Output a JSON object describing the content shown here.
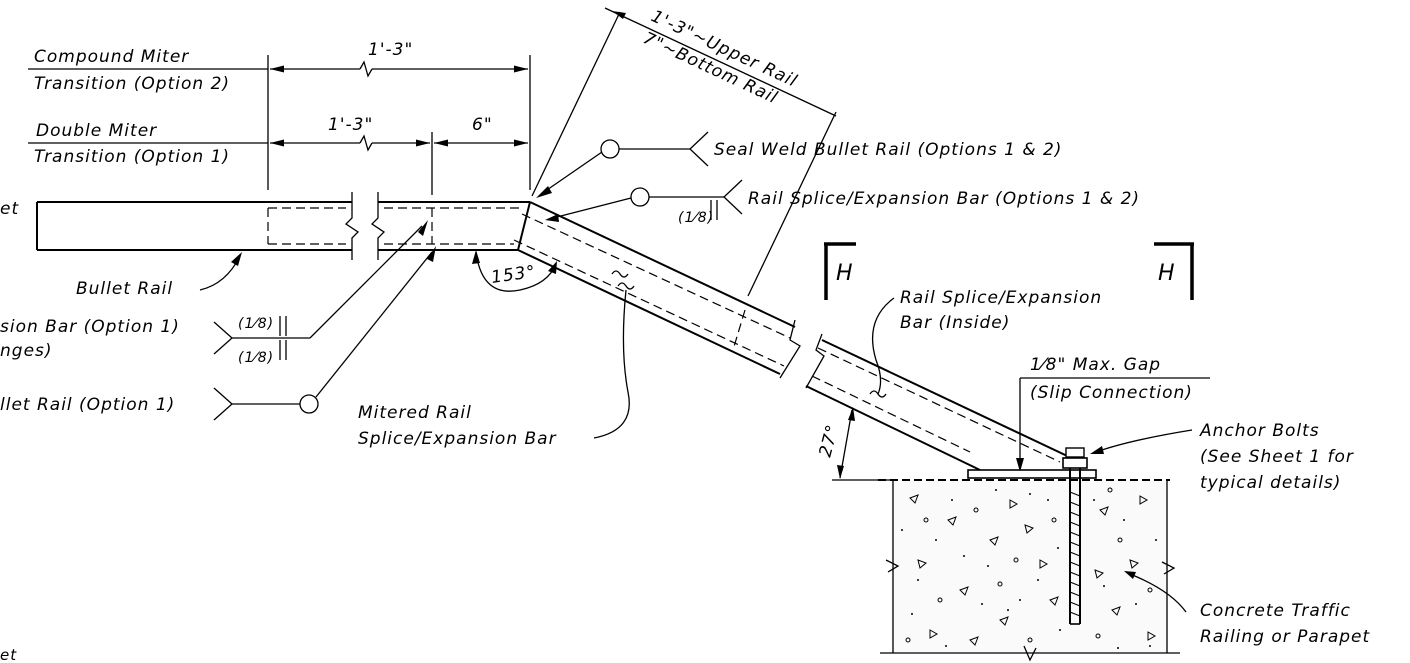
{
  "labels": {
    "compound_miter_1": "Compound Miter",
    "compound_miter_2": "Transition (Option 2)",
    "double_miter_1": "Double Miter",
    "double_miter_2": "Transition (Option 1)",
    "dim_top": "1'-3\"",
    "dim_mid": "1'-3\"",
    "dim_six": "6\"",
    "dim_angled_upper": "1'-3\"~Upper Rail",
    "dim_angled_lower": "7\"~Bottom Rail",
    "seal_weld": "Seal Weld Bullet Rail (Options 1 & 2)",
    "rail_splice_top": "Rail Splice/Expansion Bar (Options 1 & 2)",
    "weld_eighth_top": "(1⁄8)",
    "left_cut_et": "et",
    "bullet_rail": "Bullet Rail",
    "angle_153": "153°",
    "section_h_left": "H",
    "section_h_right": "H",
    "rail_splice_inside_1": "Rail Splice/Expansion",
    "rail_splice_inside_2": "Bar (Inside)",
    "max_gap": "1⁄8\" Max. Gap",
    "slip_connection": "(Slip Connection)",
    "expansion_bar_opt1": "sion Bar (Option 1)",
    "expansion_flanges": "nges)",
    "weld_eighth_a": "(1⁄8)",
    "weld_eighth_b": "(1⁄8)",
    "bullet_rail_opt1": "llet Rail (Option 1)",
    "mitered_rail_1": "Mitered Rail",
    "mitered_rail_2": "Splice/Expansion Bar",
    "angle_27": "27°",
    "anchor_bolts_1": "Anchor Bolts",
    "anchor_bolts_2": "(See Sheet 1 for",
    "anchor_bolts_3": "typical details)",
    "concrete_1": "Concrete Traffic",
    "concrete_2": "Railing or Parapet",
    "bottom_left_et": "et"
  }
}
